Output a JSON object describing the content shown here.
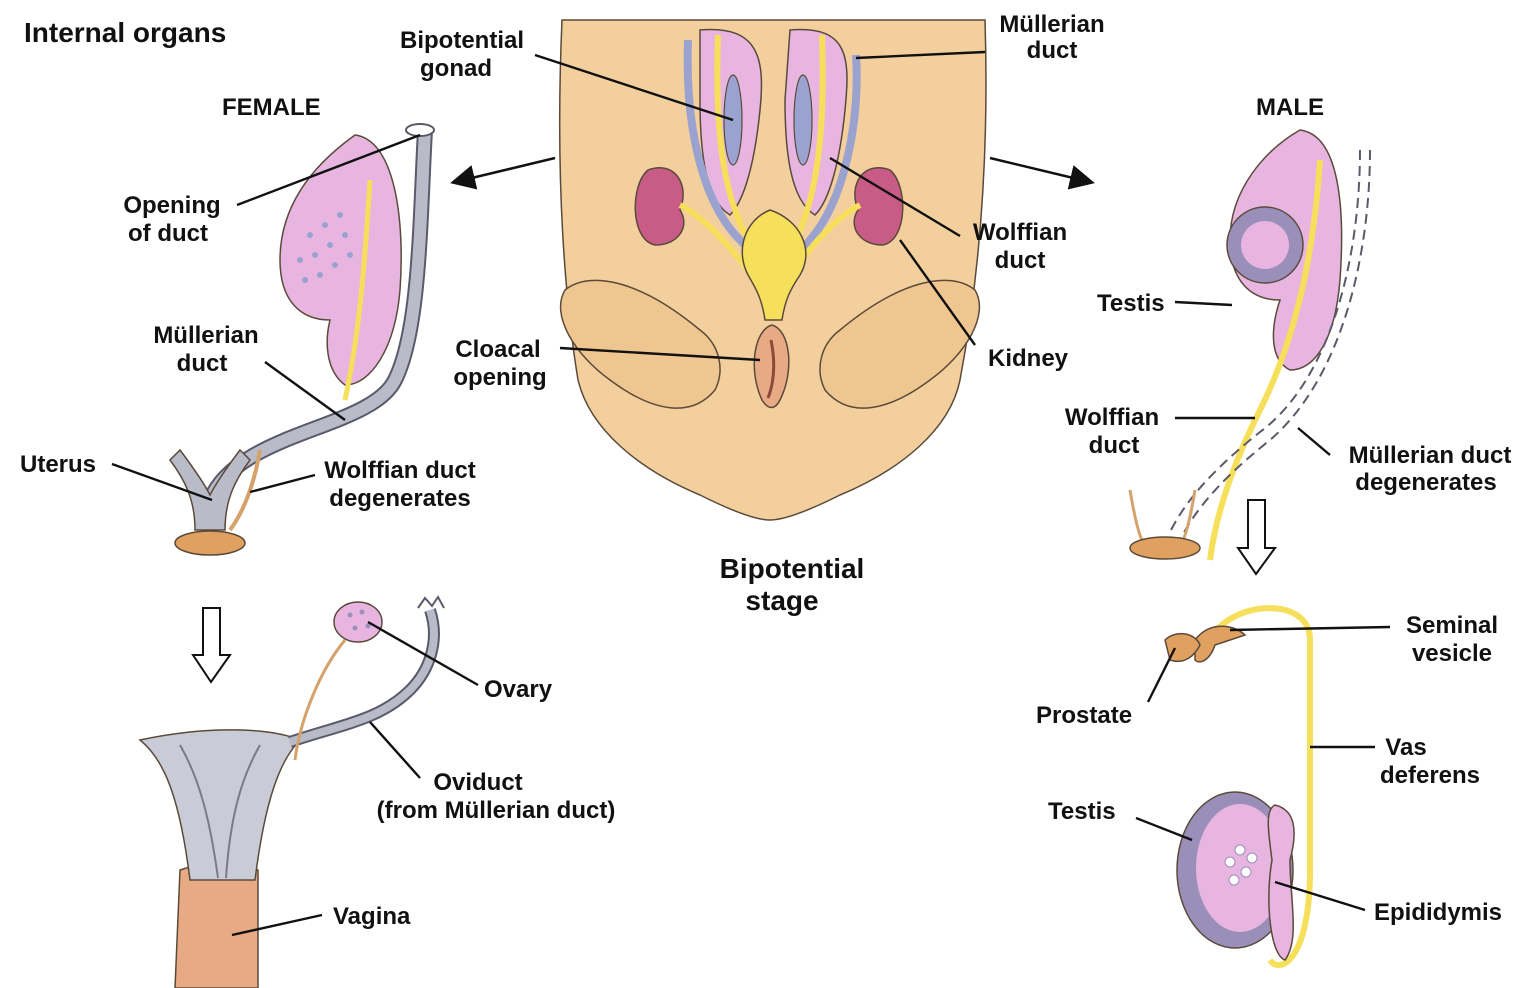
{
  "title": "Internal organs",
  "sections": {
    "female": "FEMALE",
    "male": "MALE",
    "center": [
      "Bipotential",
      "stage"
    ]
  },
  "labels": {
    "bipotential_gonad": [
      "Bipotential",
      "gonad"
    ],
    "mullerian_top": [
      "Müllerian",
      "duct"
    ],
    "wolffian_center": [
      "Wolffian",
      "duct"
    ],
    "kidney": "Kidney",
    "cloacal_opening": [
      "Cloacal",
      "opening"
    ],
    "opening_of_duct": [
      "Opening",
      "of duct"
    ],
    "mullerian_female": [
      "Müllerian",
      "duct"
    ],
    "uterus": "Uterus",
    "wolffian_degenerates": [
      "Wolffian duct",
      "degenerates"
    ],
    "ovary": "Ovary",
    "oviduct": [
      "Oviduct",
      "(from Müllerian duct)"
    ],
    "vagina": "Vagina",
    "testis_top": "Testis",
    "wolffian_male": [
      "Wolffian",
      "duct"
    ],
    "mullerian_degenerates": [
      "Müllerian duct",
      "degenerates"
    ],
    "seminal_vesicle": [
      "Seminal",
      "vesicle"
    ],
    "prostate": "Prostate",
    "vas_deferens": [
      "Vas",
      "deferens"
    ],
    "testis_bottom": "Testis",
    "epididymis": "Epididymis"
  },
  "colors": {
    "skin": "#f3cf9e",
    "gonad": "#e7b5e0",
    "mullerian": "#9aa3cf",
    "wolffian": "#f6df5a",
    "kidney": "#c95c86",
    "testis": "#9a8fb8",
    "uterus": "#b9bcc8",
    "vagina": "#e8a985"
  }
}
